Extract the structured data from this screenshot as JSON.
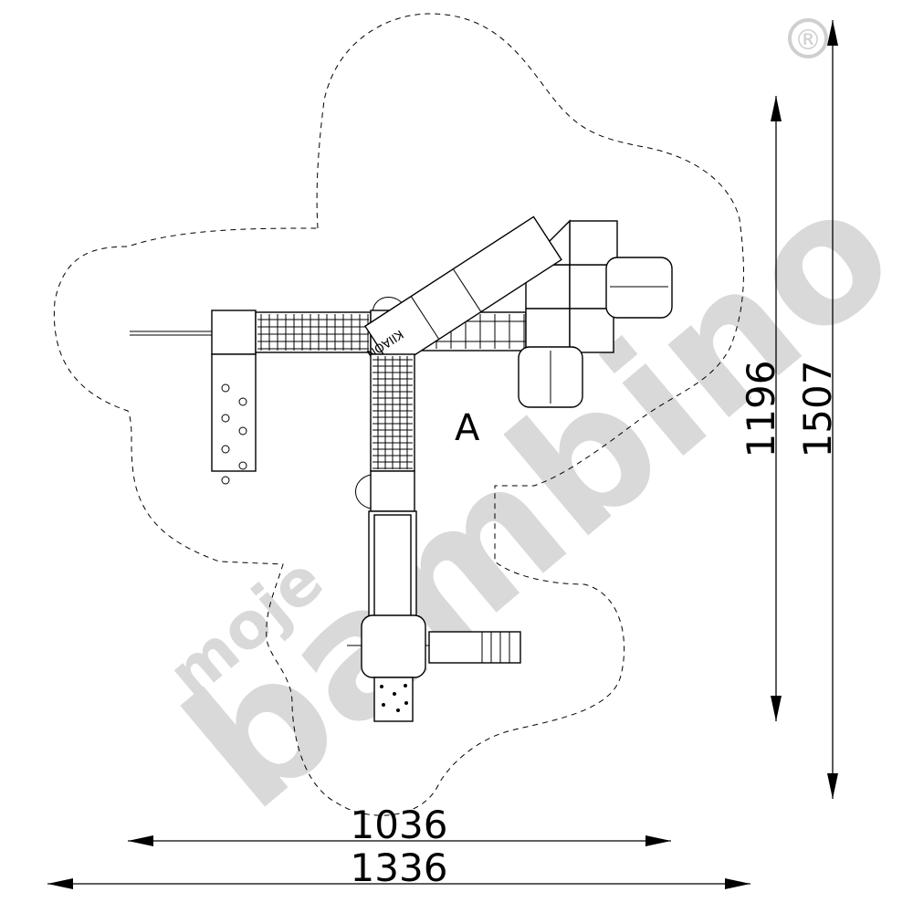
{
  "drawing": {
    "safety_zone_label": "A",
    "dimensions": {
      "width_inner": "1036",
      "width_outer": "1336",
      "height_inner": "1196",
      "height_outer": "1507"
    },
    "slide_logo_text": "KIIAON",
    "registered_mark": "®",
    "watermark": {
      "small": "moje",
      "large": "bambino",
      "color": "#d9d9d9"
    }
  }
}
